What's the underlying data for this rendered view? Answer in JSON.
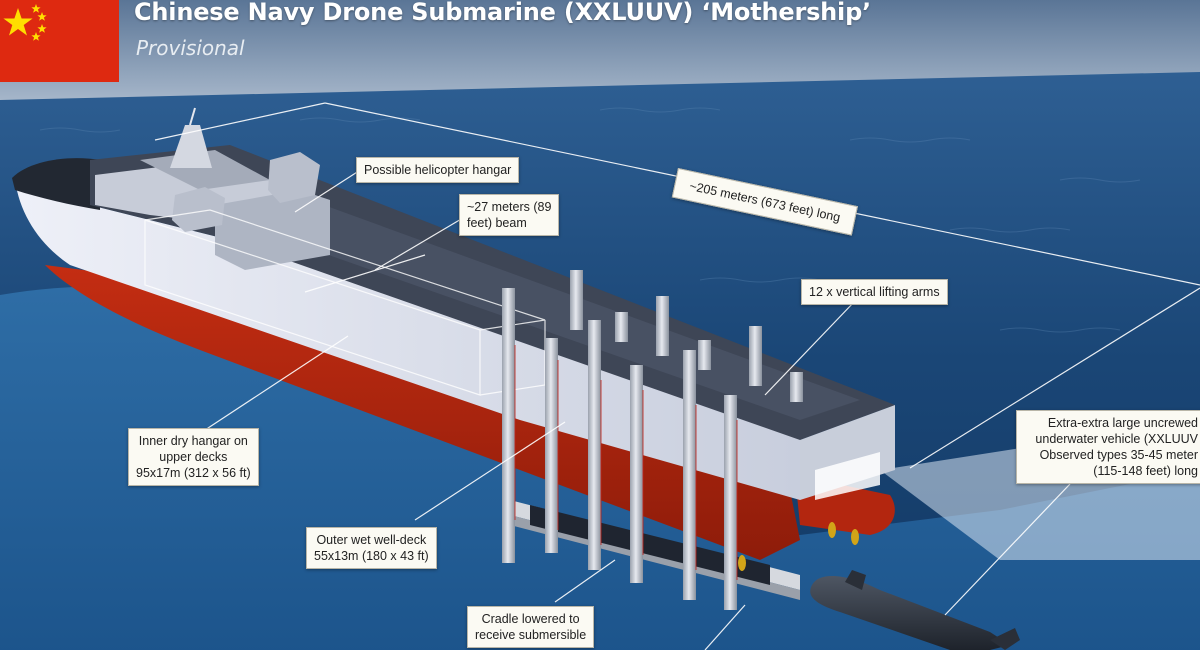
{
  "header": {
    "title": "Chinese Navy Drone Submarine (XXLUUV) ‘Mothership’",
    "subtitle": "Provisional"
  },
  "colors": {
    "flag_red": "#de2910",
    "flag_star": "#ffde00",
    "hull_red": "#b3260f",
    "hull_white": "#dfe3ef",
    "deck_gray": "#3e4656",
    "sea": "#1d4f86",
    "callout_bg": "#fbfaf3"
  },
  "icons": {
    "flag": "china-flag-icon"
  },
  "callouts": {
    "helicopter_hangar": "Possible helicopter hangar",
    "beam": "~27 meters (89\nfeet) beam",
    "length": "~205 meters (673 feet) long",
    "lifting_arms": "12 x vertical lifting arms",
    "inner_hangar": "Inner dry hangar on\nupper decks\n95x17m (312 x 56 ft)",
    "xxluuv": "Extra-extra large uncrewed\nunderwater vehicle (XXLUUV\nObserved types 35-45 meter\n(115-148 feet) long",
    "well_deck": "Outer wet well-deck\n55x13m (180 x 43 ft)",
    "cradle": "Cradle lowered to\nreceive submersible"
  }
}
